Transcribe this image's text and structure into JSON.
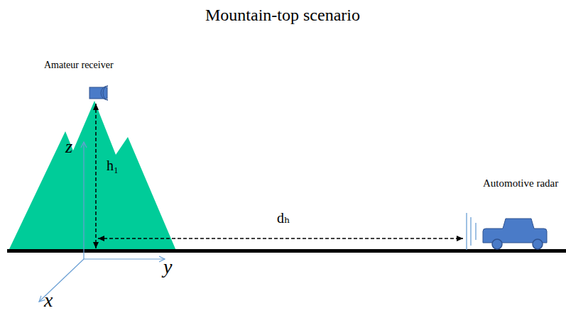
{
  "diagram": {
    "title": "Mountain-top scenario",
    "labels": [
      "Amateur receiver",
      "z",
      "h₁",
      "dₕ",
      "Automotive radar",
      "y",
      "x"
    ]
  }
}
